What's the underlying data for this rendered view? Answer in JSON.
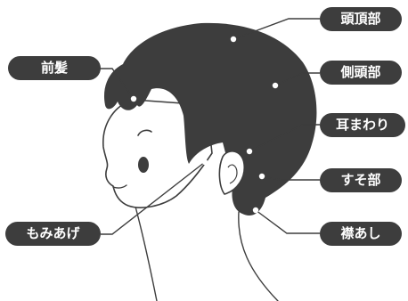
{
  "colors": {
    "hair": "#3d3d3d",
    "line": "#3d3d3d",
    "label_bg": "#3d3d3d",
    "label_text": "#ffffff",
    "background": "#ffffff"
  },
  "labels": {
    "maegami": "前髪",
    "touchoubu": "頭頂部",
    "sokutoubu": "側頭部",
    "mimimawari": "耳まわり",
    "susobu": "すそ部",
    "eriashi": "襟あし",
    "momiage": "もみあげ"
  }
}
